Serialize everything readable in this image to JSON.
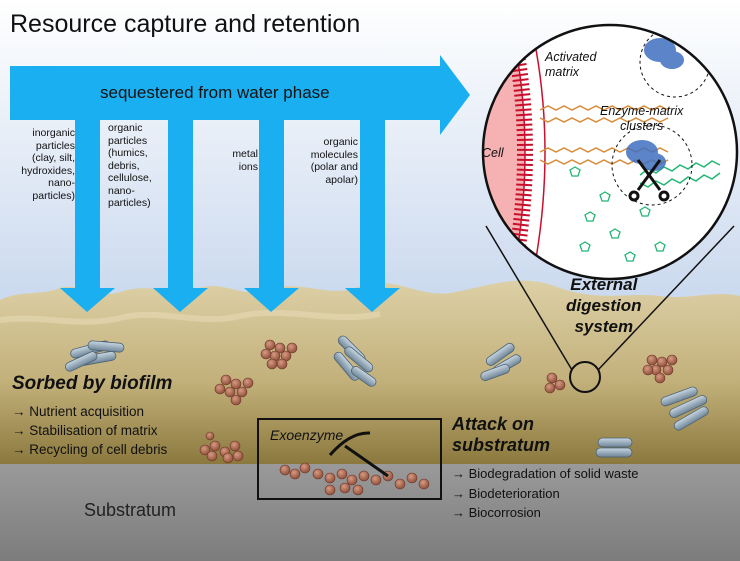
{
  "title": "Resource capture and retention",
  "arrow_label": "sequestered from water phase",
  "columns": [
    {
      "lines": [
        "inorganic",
        "particles",
        "(clay, silt,",
        "hydroxides,",
        "nano-",
        "particles)"
      ]
    },
    {
      "lines": [
        "organic",
        "particles",
        "(humics,",
        "debris,",
        "cellulose,",
        "nano-",
        "particles)"
      ]
    },
    {
      "lines": [
        "metal",
        "ions"
      ]
    },
    {
      "lines": [
        "organic",
        "molecules",
        "(polar and",
        "apolar)"
      ]
    }
  ],
  "sorbed": {
    "title": "Sorbed by biofilm",
    "items": [
      "→ Nutrient acquisition",
      "→ Stabilisation of matrix",
      "→ Recycling of cell debris"
    ]
  },
  "attack": {
    "title_line1": "Attack on",
    "title_line2": "substratum",
    "items": [
      "→ Biodegradation of solid waste",
      "→ Biodeterioration",
      "→ Biocorrosion"
    ]
  },
  "digestion": {
    "line1": "External",
    "line2": "digestion",
    "line3": "system"
  },
  "zoom": {
    "cell": "Cell",
    "activated_line1": "Activated",
    "activated_line2": "matrix",
    "cluster_line1": "Enzyme-matrix",
    "cluster_line2": "clusters"
  },
  "exoenzyme": "Exoenzyme",
  "substratum": "Substratum",
  "colors": {
    "arrow": "#19aff0",
    "biofilm_top": "#d9cba0",
    "biofilm_bottom": "#8c7a3e",
    "substratum": "#8c8c8c",
    "sky_top": "#ffffff",
    "sky_bottom": "#9fb8dc",
    "cell_membrane": "#c8102e",
    "matrix_chain": "#d98c3a",
    "glycan_chain": "#22b573"
  }
}
